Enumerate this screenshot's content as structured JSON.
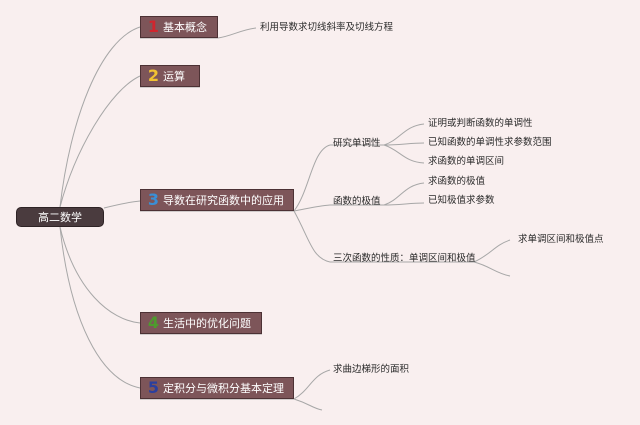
{
  "root": {
    "label": "高二数学"
  },
  "branches": [
    {
      "num": "1",
      "num_color": "#d0262e",
      "label": "基本概念",
      "children": [
        "利用导数求切线斜率及切线方程"
      ]
    },
    {
      "num": "2",
      "num_color": "#f1c232",
      "label": "运算"
    },
    {
      "num": "3",
      "num_color": "#3a8fd6",
      "label": "导数在研究函数中的应用",
      "children": [
        {
          "label": "研究单调性",
          "children": [
            "证明或判断函数的单调性",
            "已知函数的单调性求参数范围",
            "求函数的单调区间"
          ]
        },
        {
          "label": "函数的极值",
          "children": [
            "求函数的极值",
            "已知极值求参数"
          ]
        },
        {
          "label": "三次函数的性质：单调区间和极值",
          "children": [
            "求单调区间和极值点"
          ]
        }
      ]
    },
    {
      "num": "4",
      "num_color": "#4e9a2e",
      "label": "生活中的优化问题"
    },
    {
      "num": "5",
      "num_color": "#2b3f9e",
      "label": "定积分与微积分基本定理",
      "children": [
        "求曲边梯形的面积"
      ]
    }
  ],
  "colors": {
    "background": "#f9efef",
    "branch_fill": "#7d5559",
    "root_fill": "#4a3b3e",
    "connector": "#a7a7a7"
  }
}
